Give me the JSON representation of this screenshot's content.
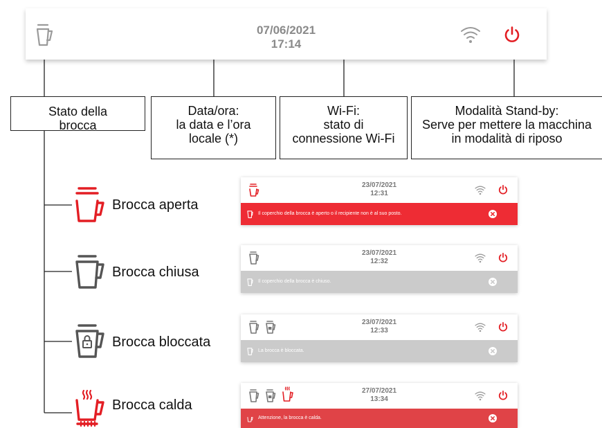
{
  "colors": {
    "red": "#e31e24",
    "grey_icon": "#8c8c8c",
    "dark_icon": "#555555",
    "alert_red": "#ee2c34",
    "alert_grey": "#cbcbcb"
  },
  "top_bar": {
    "date": "07/06/2021",
    "time": "17:14",
    "icons": [
      "jug-icon",
      "wifi-icon",
      "power-icon"
    ]
  },
  "callouts": {
    "jug_state": {
      "title": "Stato della",
      "body": "brocca"
    },
    "datetime": {
      "title": "Data/ora:",
      "body_line1": "la data e l’ora",
      "body_line2": "locale (*)"
    },
    "wifi": {
      "title": "Wi-Fi:",
      "body_line1": "stato di",
      "body_line2": "connessione Wi-Fi"
    },
    "standby": {
      "title": "Modalità Stand-by:",
      "body_line1": "Serve per mettere la macchina",
      "body_line2": "in modalità di riposo"
    }
  },
  "rows": [
    {
      "label": "Brocca aperta",
      "icon": "jug-open-icon",
      "screen": {
        "date": "23/07/2021",
        "time": "12:31",
        "message": "Il coperchio della brocca è aperto o il recipiente non è al suo posto.",
        "message_color": "#ee2c34"
      }
    },
    {
      "label": "Brocca chiusa",
      "icon": "jug-closed-icon",
      "screen": {
        "date": "23/07/2021",
        "time": "12:32",
        "message": "Il coperchio della brocca è chiuso.",
        "message_color": "#cbcbcb"
      }
    },
    {
      "label": "Brocca bloccata",
      "icon": "jug-locked-icon",
      "screen": {
        "date": "23/07/2021",
        "time": "12:33",
        "message": "La brocca è bloccata.",
        "message_color": "#cbcbcb"
      }
    },
    {
      "label": "Brocca calda",
      "icon": "jug-hot-icon",
      "screen": {
        "date": "27/07/2021",
        "time": "13:34",
        "message": "Attenzione, la brocca è calda.",
        "message_color": "#ee2c34"
      }
    }
  ]
}
